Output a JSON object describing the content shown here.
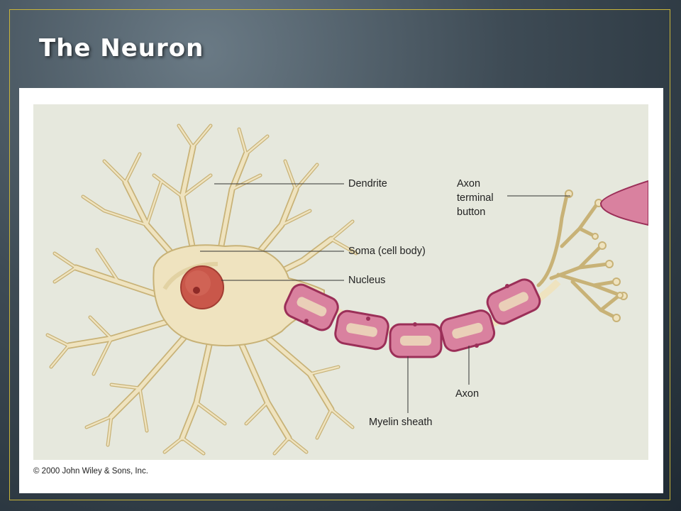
{
  "slide": {
    "title": "The Neuron",
    "copyright": "© 2000 John Wiley & Sons, Inc."
  },
  "diagram": {
    "labels": {
      "dendrite": "Dendrite",
      "soma": "Soma (cell body)",
      "nucleus": "Nucleus",
      "axon_terminal_1": "Axon",
      "axon_terminal_2": "terminal",
      "axon_terminal_3": "button",
      "axon": "Axon",
      "myelin": "Myelin sheath"
    },
    "colors": {
      "background": "#e6e8dd",
      "cell": "#efe3bf",
      "cell_stroke": "#c8b277",
      "nucleus": "#c9574a",
      "myelin": "#d9819f",
      "myelin_stroke": "#9b2f58"
    }
  }
}
